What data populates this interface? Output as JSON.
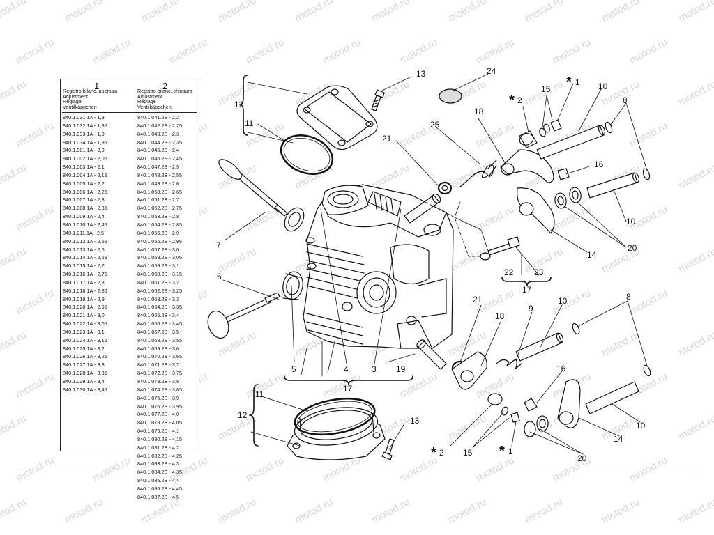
{
  "watermark": "motod.ru",
  "table": {
    "col1_number": "1",
    "col2_number": "2",
    "col1_header": [
      "Registro bilanc. apertura",
      "Adjustment",
      "Réglage",
      "Ventilkäppchen"
    ],
    "col2_header": [
      "Registro bilanc. chiusura",
      "Adjustment",
      "Réglage",
      "Ventilkäppchen"
    ],
    "col1_rows": [
      "840.1.031.1A - 1,8",
      "840.1.032.1A - 1,85",
      "840.1.033.1A - 1,9",
      "840.1.034.1A - 1,95",
      "840.1.001.1A - 2,0",
      "840.1.002.1A - 2,05",
      "840.1.003.1A - 2,1",
      "840.1.004.1A - 2,15",
      "840.1.005.1A - 2,2",
      "840.1.006.1A - 2,25",
      "840.1.007.1A - 2,3",
      "840.1.008.1A - 2,35",
      "840.1.009.1A - 2,4",
      "840.1.010.1A - 2,45",
      "840.1.011.1A - 2,5",
      "840.1.012.1A - 2,55",
      "840.1.013.1A - 2,6",
      "840.1.014.1A - 2,65",
      "840.1.015.1A - 2,7",
      "840.1.016.1A - 2,75",
      "840.1.017.1A - 2,8",
      "840.1.018.1A - 2,85",
      "840.1.019.1A - 2,9",
      "840.1.020.1A - 2,95",
      "840.1.021.1A - 3,0",
      "840.1.022.1A - 3,05",
      "840.1.023.1A - 3,1",
      "840.1.024.1A - 3,15",
      "840.1.025.1A - 3,2",
      "840.1.026.1A - 3,25",
      "840.1.027.1A - 3,3",
      "840.1.028.1A - 3,35",
      "840.1.029.1A - 3,4",
      "840.1.030.1A - 3,45"
    ],
    "col2_rows": [
      "840.1.041.2B - 2,2",
      "840.1.042.2B - 2,25",
      "840.1.043.2B - 2,3",
      "840.1.044.2B - 2,35",
      "840.1.045.2B - 2,4",
      "840.1.046.2B - 2,45",
      "840.1.047.2B - 2,5",
      "840.1.048.2B - 2,55",
      "840.1.049.2B - 2,6",
      "840.1.050.2B - 2,65",
      "840.1.051.2B - 2,7",
      "840.1.052.2B - 2,75",
      "840.1.053.2B - 2,8",
      "840.1.054.2B - 2,85",
      "840.1.055.2B - 2,9",
      "840.1.056.2B - 2,95",
      "840.1.057.2B - 3,0",
      "840.1.058.2B - 3,05",
      "840.1.059.2B - 3,1",
      "840.1.060.2B - 3,15",
      "840.1.061.2B - 3,2",
      "840.1.062.2B - 3,25",
      "840.1.063.2B - 3,3",
      "840.1.064.2B - 3,35",
      "840.1.065.2B - 3,4",
      "840.1.066.2B - 3,45",
      "840.1.067.2B - 3,5",
      "840.1.068.2B - 3,55",
      "840.1.069.2B - 3,6",
      "840.1.070.2B - 3,65",
      "840.1.071.2B - 3,7",
      "840.1.072.2B - 3,75",
      "840.1.073.2B - 3,8",
      "840.1.074.2B - 3,85",
      "840.1.075.2B - 3,9",
      "840.1.076.2B - 3,95",
      "840.1.077.2B - 4,0",
      "840.1.078.2B - 4,05",
      "840.1.079.2B - 4,1",
      "840.1.080.2B - 4,15",
      "840.1.081.2B - 4,2",
      "840.1.082.2B - 4,25",
      "840.1.083.2B - 4,3",
      "840.1.084.2B - 4,35",
      "840.1.085.2B - 4,4",
      "840.1.086.2B - 4,45",
      "840.1.087.2B - 4,5"
    ]
  },
  "callouts": {
    "c1": "1",
    "c2": "2",
    "c3": "3",
    "c4": "4",
    "c5": "5",
    "c6": "6",
    "c7": "7",
    "c8": "8",
    "c9": "9",
    "c10": "10",
    "c11": "11",
    "c12": "12",
    "c13": "13",
    "c14": "14",
    "c15": "15",
    "c16": "16",
    "c17": "17",
    "c18": "18",
    "c19": "19",
    "c20": "20",
    "c21": "21",
    "c22": "22",
    "c23": "23",
    "c24": "24",
    "c25": "25",
    "star": "*"
  }
}
